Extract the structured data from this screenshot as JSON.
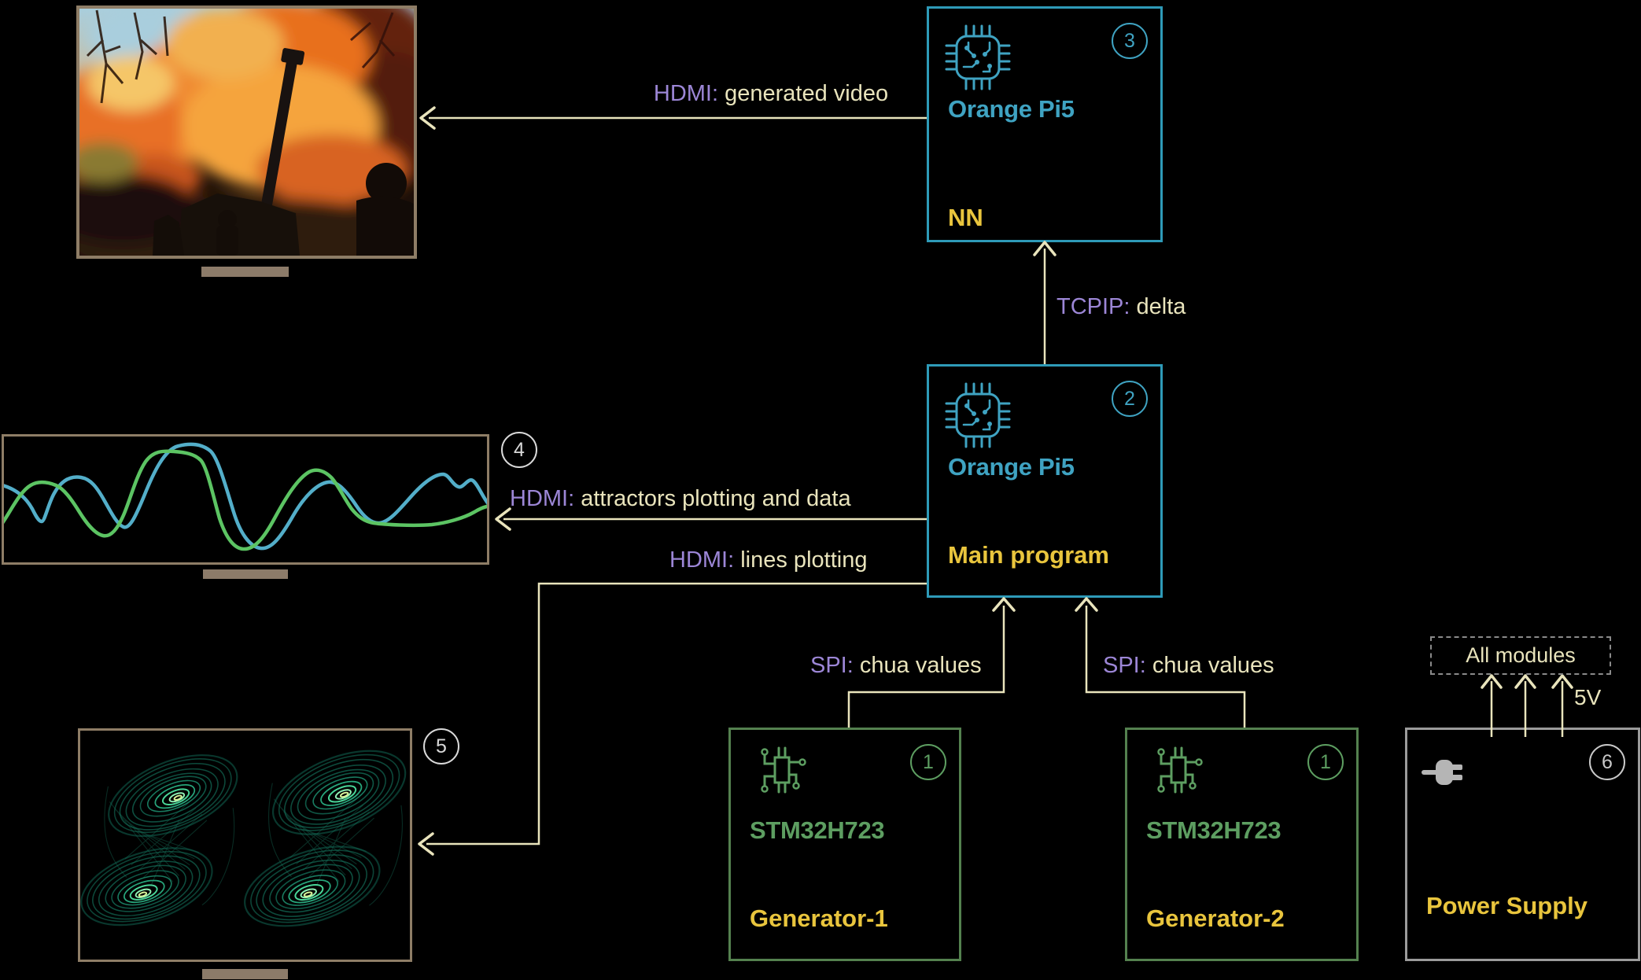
{
  "colors": {
    "cyan": "#3fa3c2",
    "yellow": "#e9c53d",
    "green": "#5d9e61",
    "cream": "#e9e4bc",
    "purple": "#9c86d6",
    "gray": "#b5b5b5",
    "bezel_tan": "#8e7d66",
    "wave_blue": "#53aec9",
    "wave_green": "#5cc463",
    "attractor_teal": "#1d9478"
  },
  "nodes": {
    "nn": {
      "badge": "3",
      "title": "Orange Pi5",
      "subtitle": "NN",
      "icon": "circuit-chip"
    },
    "main": {
      "badge": "2",
      "title": "Orange Pi5",
      "subtitle": "Main program",
      "icon": "circuit-chip"
    },
    "gen1": {
      "badge": "1",
      "title": "STM32H723",
      "subtitle": "Generator-1",
      "icon": "microcontroller"
    },
    "gen2": {
      "badge": "1",
      "title": "STM32H723",
      "subtitle": "Generator-2",
      "icon": "microcontroller"
    },
    "power": {
      "badge": "6",
      "subtitle": "Power Supply",
      "icon": "power-plug"
    }
  },
  "displays": {
    "video": {
      "description": "generated video photo (artillery firing, large fire)"
    },
    "scope": {
      "badge": "4",
      "description": "two-channel line plot, blue and green waveforms"
    },
    "attractor": {
      "badge": "5",
      "description": "two chua double-scroll attractors, teal on black"
    }
  },
  "connections": {
    "generated_video": {
      "protocol": "HDMI:",
      "label": "generated video"
    },
    "tcpip": {
      "protocol": "TCPIP:",
      "label": "delta"
    },
    "attractors_plot": {
      "protocol": "HDMI:",
      "label": "attractors plotting and data"
    },
    "lines_plot": {
      "protocol": "HDMI:",
      "label": "lines plotting"
    },
    "spi_left": {
      "protocol": "SPI:",
      "label": "chua values"
    },
    "spi_right": {
      "protocol": "SPI:",
      "label": "chua values"
    }
  },
  "power_rail": {
    "target": "All modules",
    "voltage": "5V"
  }
}
